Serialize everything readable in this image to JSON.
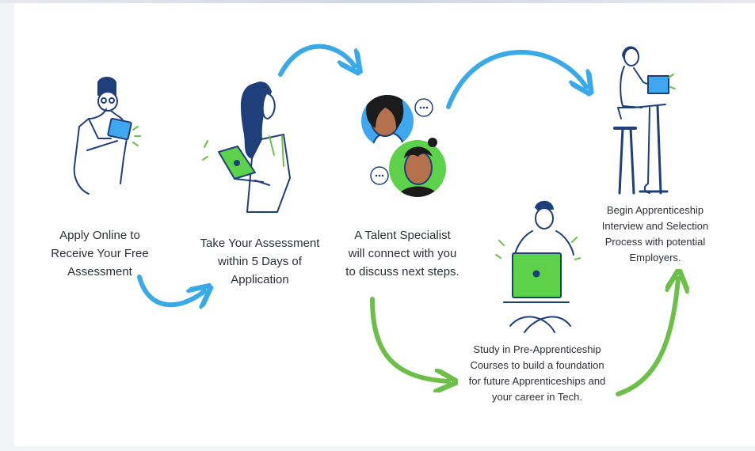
{
  "colors": {
    "blue_arrow": "#39a9e8",
    "green_arrow": "#6cc04a",
    "ink": "#1f3f7a",
    "screen_green": "#5cd14a",
    "laptop_blue": "#3ea7ef",
    "skin": "#b5714b",
    "text": "#2b2f36"
  },
  "steps": [
    {
      "id": "apply",
      "icon": "person-with-phone-icon",
      "lines": [
        "Apply Online to",
        "Receive Your Free",
        "Assessment"
      ]
    },
    {
      "id": "assessment",
      "icon": "woman-with-laptop-icon",
      "lines": [
        "Take Your Assessment",
        "within 5 Days of",
        "Application"
      ]
    },
    {
      "id": "talent",
      "icon": "video-call-avatars-icon",
      "lines": [
        "A Talent Specialist",
        "will connect with you",
        "to discuss next steps."
      ]
    },
    {
      "id": "study",
      "icon": "person-studying-laptop-icon",
      "lines": [
        "Study in Pre-Apprenticeship",
        "Courses to build a foundation",
        "for future Apprenticeships and",
        "your career in Tech."
      ]
    },
    {
      "id": "interview",
      "icon": "person-at-desk-icon",
      "lines": [
        "Begin Apprenticeship",
        "Interview and Selection",
        "Process with potential",
        "Employers."
      ]
    }
  ],
  "arrows": [
    {
      "from": "apply",
      "to": "assessment",
      "color": "blue"
    },
    {
      "from": "assessment",
      "to": "talent",
      "color": "blue"
    },
    {
      "from": "talent",
      "to": "interview",
      "color": "blue"
    },
    {
      "from": "talent",
      "to": "study",
      "color": "green"
    },
    {
      "from": "study",
      "to": "interview",
      "color": "green"
    }
  ]
}
